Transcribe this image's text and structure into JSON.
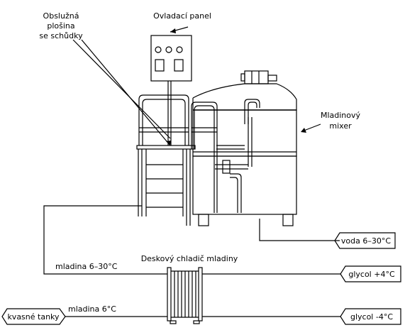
{
  "labels": {
    "platform_line1": "Obslužná",
    "platform_line2": "plošina",
    "platform_line3": "se schůdky",
    "control_panel": "Ovladací panel",
    "mixer_line1": "Mladinový",
    "mixer_line2": "mixer",
    "water": "voda 6–30°C",
    "chiller": "Deskový chladič mladiny",
    "wort_in": "mladina 6–30°C",
    "wort_out": "mladina 6°C",
    "glycol_out": "glycol +4°C",
    "glycol_in": "glycol -4°C",
    "fermenters": "kvasné tanky"
  }
}
